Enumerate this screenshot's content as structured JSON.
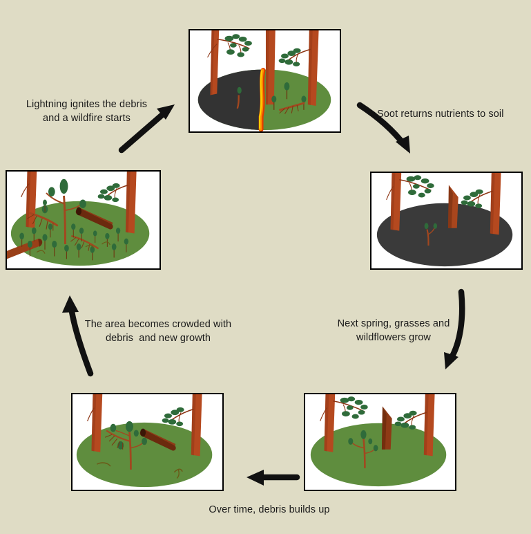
{
  "diagram": {
    "title": "Forest fire ecological succession cycle",
    "background_color": "#dfdcc5",
    "captions": [
      {
        "id": "lightning",
        "text": "Lightning ignites the debris\nand a wildfire starts"
      },
      {
        "id": "soot",
        "text": "Soot returns nutrients to soil"
      },
      {
        "id": "spring",
        "text": "Next spring, grasses and\nwildflowers grow"
      },
      {
        "id": "debris-builds",
        "text": "Over time, debris builds up"
      },
      {
        "id": "crowded",
        "text": "The area becomes crowded with\ndebris  and new growth"
      }
    ],
    "panels": [
      {
        "id": "panel-burning",
        "stage": "1",
        "description": "Wildfire burning across forest floor, half charred black with orange flame line, half green",
        "ground_burned_color": "#333333",
        "ground_green_color": "#5f8d3e",
        "flame_colors": [
          "#ff8c00",
          "#ffd400",
          "#e03c00"
        ],
        "trunk_color": "#b5491f"
      },
      {
        "id": "panel-burned",
        "stage": "2",
        "description": "Completely charred black ground with burned snapped tree stump",
        "ground_color": "#3a3a3a",
        "trunk_color": "#b5491f"
      },
      {
        "id": "panel-regrowth",
        "stage": "3",
        "description": "Green grass covers the ground, one small sapling and a burned snag",
        "ground_color": "#5f8d3e",
        "trunk_color": "#b5491f"
      },
      {
        "id": "panel-debris",
        "stage": "4",
        "description": "Green ground with fallen log debris and a young growing tree",
        "ground_color": "#5f8d3e",
        "trunk_color": "#b5491f"
      },
      {
        "id": "panel-crowded",
        "stage": "5",
        "description": "Crowded green ground full of saplings, fallen logs and dry debris",
        "ground_color": "#5f8d3e",
        "trunk_color": "#b5491f"
      }
    ],
    "arrows": [
      {
        "id": "arrow-to-fire",
        "direction": "up-right",
        "from": "crowded-forest",
        "to": "panel-burning"
      },
      {
        "id": "arrow-to-burned",
        "direction": "down-right-curved",
        "from": "panel-burning",
        "to": "panel-burned"
      },
      {
        "id": "arrow-to-regrowth",
        "direction": "down-curved",
        "from": "panel-burned",
        "to": "panel-regrowth"
      },
      {
        "id": "arrow-to-debris",
        "direction": "left",
        "from": "panel-regrowth",
        "to": "panel-debris"
      },
      {
        "id": "arrow-to-crowded",
        "direction": "up-curved",
        "from": "panel-debris",
        "to": "panel-crowded"
      }
    ]
  }
}
